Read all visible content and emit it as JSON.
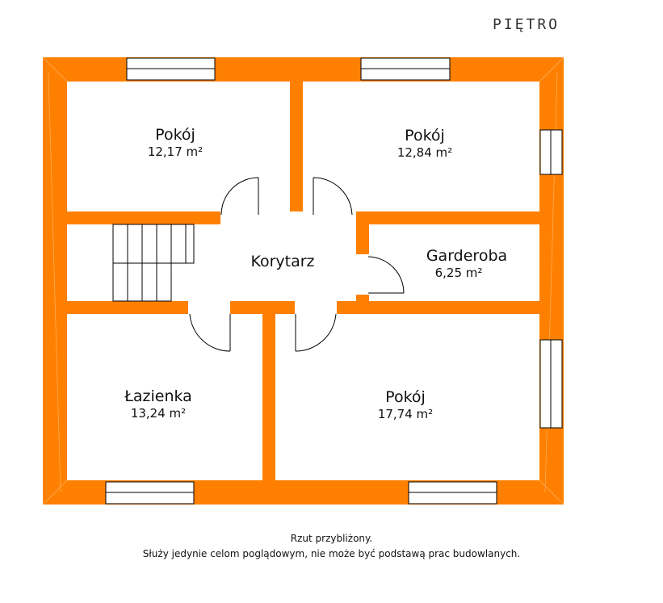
{
  "floor_title": "PIĘTRO",
  "rooms": [
    {
      "name": "Pokój",
      "area": "12,17 m²"
    },
    {
      "name": "Pokój",
      "area": "12,84 m²"
    },
    {
      "name": "Korytarz",
      "area": ""
    },
    {
      "name": "Garderoba",
      "area": "6,25 m²"
    },
    {
      "name": "Łazienka",
      "area": "13,24 m²"
    },
    {
      "name": "Pokój",
      "area": "17,74 m²"
    }
  ],
  "colors": {
    "wall": "#ff8000",
    "background": "#ffffff",
    "lines": "#000000"
  },
  "note": {
    "line1": "Rzut przybliżony.",
    "line2": "Służy jedynie celom poglądowym, nie może być podstawą prac budowlanych."
  }
}
